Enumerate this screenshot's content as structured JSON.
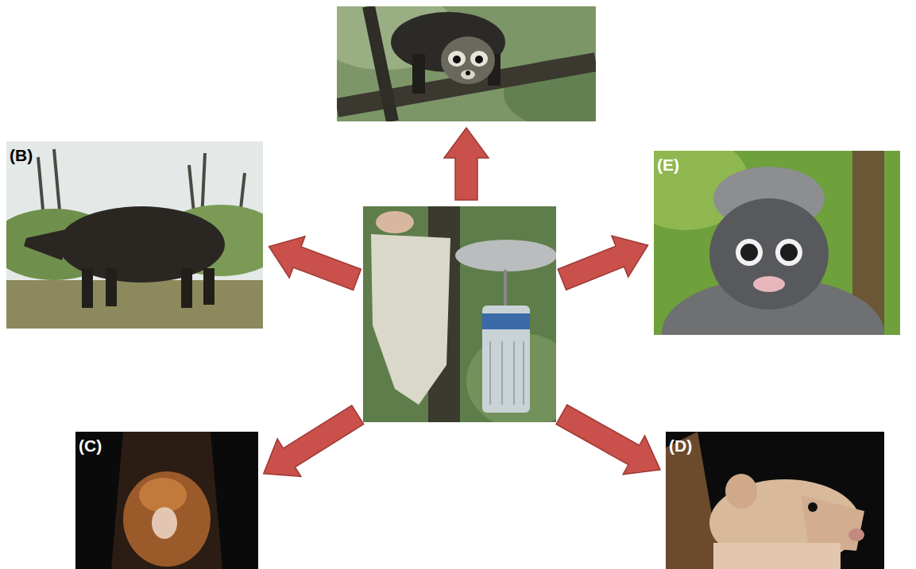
{
  "diagram": {
    "nodes": [
      {
        "text": []
      },
      {
        "text": [
          "(B)"
        ]
      },
      {
        "text": []
      },
      {
        "text": [
          "(E)"
        ]
      },
      {
        "text": [
          "(C)"
        ]
      },
      {
        "text": [
          "(D)"
        ]
      }
    ],
    "edges": [
      {
        "from": 2,
        "to": 0,
        "arrow": "to"
      },
      {
        "from": 2,
        "to": 1,
        "arrow": "to"
      },
      {
        "from": 2,
        "to": 3,
        "arrow": "to"
      },
      {
        "from": 2,
        "to": 4,
        "arrow": "to"
      },
      {
        "from": 2,
        "to": 5,
        "arrow": "to"
      }
    ]
  }
}
